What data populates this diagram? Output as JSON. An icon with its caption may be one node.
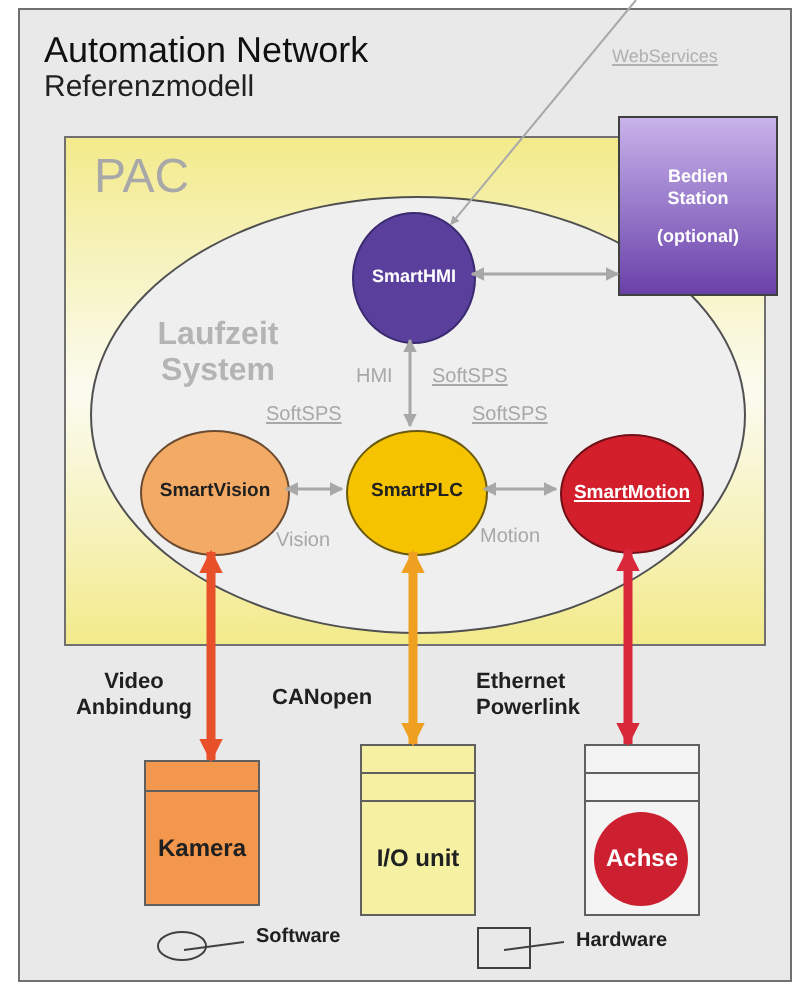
{
  "diagram": {
    "title": "Automation Network",
    "nodes": [
      {
        "text": [
          "PAC"
        ]
      },
      {
        "text": [
          "Laufzeit System"
        ],
        "in": 0
      },
      {
        "text": [
          "SmartHMI"
        ],
        "in": 1
      },
      {
        "text": [
          "SmartVision"
        ],
        "in": 1
      },
      {
        "text": [
          "SmartPLC"
        ],
        "in": 1
      },
      {
        "text": [
          "SmartMotion"
        ],
        "in": 1
      },
      {
        "text": [
          "Bedien Station",
          "(optional)"
        ]
      },
      {
        "text": [],
        "shape": "box"
      },
      {
        "text": [
          "Kamera"
        ]
      },
      {
        "text": [],
        "shape": "box"
      },
      {
        "text": [],
        "shape": "box"
      },
      {
        "text": [
          "I/O unit"
        ]
      },
      {
        "text": [],
        "shape": "box"
      },
      {
        "text": [],
        "shape": "box"
      },
      {
        "text": [
          "Achse"
        ]
      }
    ],
    "edges": [
      {
        "from": null,
        "to": 2,
        "arrow": "to"
      },
      {
        "from": 2,
        "to": 6,
        "arrow": "both"
      },
      {
        "from": 2,
        "to": 4,
        "arrow": "both"
      },
      {
        "from": 3,
        "to": 4,
        "arrow": "both"
      },
      {
        "from": 4,
        "to": 5,
        "arrow": "both"
      },
      {
        "from": 3,
        "to": 7,
        "arrow": "both",
        "style": "thick",
        "color": "#e8502a"
      },
      {
        "from": 4,
        "to": 9,
        "arrow": "both",
        "style": "thick",
        "color": "#f0a020"
      },
      {
        "from": 5,
        "to": 12,
        "arrow": "both",
        "style": "thick",
        "color": "#d8283a"
      }
    ],
    "labels": [
      "Referenzmodell",
      "WebServices",
      "HMI",
      "SoftSPS",
      "SoftSPS",
      "SoftSPS",
      "Vision",
      "Motion",
      "Video Anbindung",
      "CANopen",
      "Ethernet Powerlink"
    ],
    "legend": [
      {
        "text": "Software"
      },
      {
        "text": "Hardware"
      }
    ]
  }
}
